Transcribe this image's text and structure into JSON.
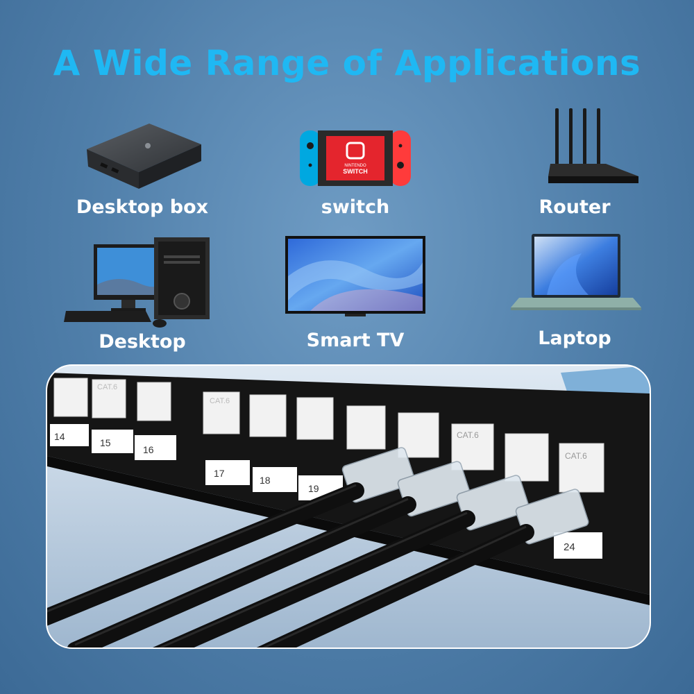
{
  "headline": "A Wide Range of Applications",
  "devices": [
    {
      "label": "Desktop box",
      "icon": "tv-box-icon"
    },
    {
      "label": "switch",
      "icon": "game-console-icon"
    },
    {
      "label": "Router",
      "icon": "router-icon"
    },
    {
      "label": "Desktop",
      "icon": "desktop-computer-icon"
    },
    {
      "label": "Smart TV",
      "icon": "smart-tv-icon"
    },
    {
      "label": "Laptop",
      "icon": "laptop-icon"
    }
  ],
  "console_screen_text": {
    "brand": "NINTENDO",
    "name": "SWITCH"
  },
  "patch_panel": {
    "port_tag": "CAT.6",
    "port_numbers": [
      "14",
      "15",
      "16",
      "17",
      "18",
      "19",
      "24"
    ]
  },
  "colors": {
    "headline": "#1fb8f3",
    "background": "#4f7ea9",
    "label": "#ffffff",
    "cable": "#111111"
  }
}
